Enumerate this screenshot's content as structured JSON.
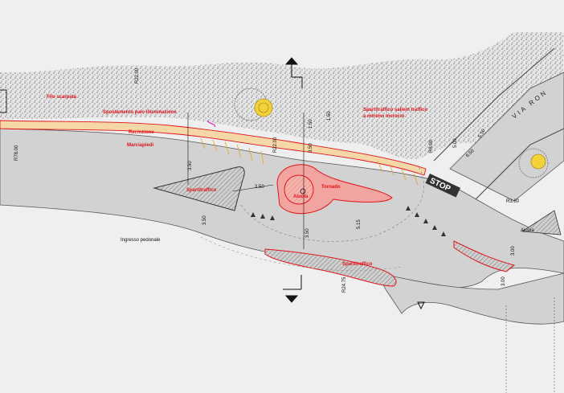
{
  "labels": {
    "filo_scarpata": "Filo scarpata",
    "spostamento_palo": "Spostamento palo illuminazione",
    "recinzione": "Recinzione",
    "marciapiedi": "Marciapiedi",
    "spartitraffico_salient": "Spartitraffico salient traffico",
    "cordolo_incrocio": "a minimo incrocio",
    "spartitraffico_left": "Spartitraffico",
    "spartitraffico_bottom": "Spartitraffico",
    "aiuola_center": "Aiuola",
    "tornado": "Tornado",
    "ingresso_pedonale": "Ingresso pedonale",
    "aiuola_right": "Aiuola",
    "via_road": "VIA RON",
    "stop": "STOP"
  },
  "dimensions": {
    "r22": "R22.00",
    "r78": "R78.00",
    "r22b": "R22.00",
    "d150": "1.50",
    "d350_top": "3.50",
    "d150b": "1.50",
    "d350_left": "3.50",
    "d350_mid": "3.50",
    "d350_vert": "3.50",
    "d515": "5.15",
    "d350_bottom": "3.50",
    "r2475": "R24.75",
    "r800": "R8.00",
    "d550": "5.50",
    "d650": "6.50",
    "r360": "R3.60",
    "d300a": "3.00",
    "d300b": "3.00",
    "d5": "5.00"
  },
  "colors": {
    "background": "#efefef",
    "road": "#d2d2d2",
    "vegetation": "#9a9a9a",
    "red": "#e0141a",
    "orange": "#f0a020",
    "island": "#f2a5a0",
    "hatch": "#8c8c8c",
    "magenta": "#e000c0"
  }
}
